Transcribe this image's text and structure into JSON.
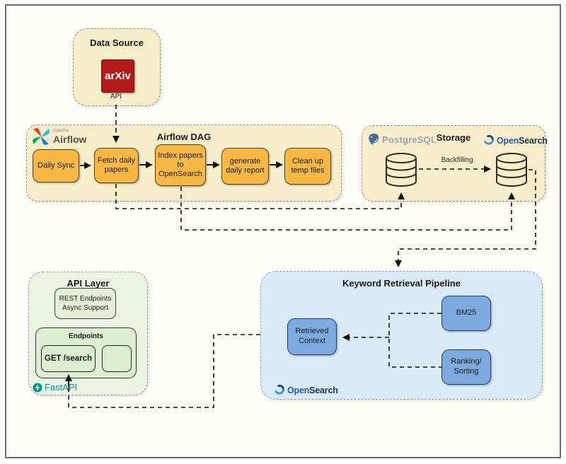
{
  "diagram": {
    "data_source": {
      "title": "Data Source",
      "arxiv_label": "arXiv",
      "api_label": "API"
    },
    "airflow": {
      "title": "Airflow DAG",
      "logo_top": "Apache",
      "logo_text": "Airflow",
      "tasks": [
        "Daily Sync",
        "Fetch daily papers",
        "Index papers to OpenSearch",
        "generate daily report",
        "Clean up temp files"
      ]
    },
    "storage": {
      "title": "Storage",
      "backfilling_label": "Backfilling"
    },
    "api_layer": {
      "title": "API Layer",
      "rest_line1": "REST Endpoints",
      "rest_line2": "Async Support",
      "endpoints_title": "Endpoints",
      "get_search_label": "GET /search",
      "fastapi_label": "FastAPI"
    },
    "pipeline": {
      "title": "Keyword Retrieval Pipeline",
      "bm25_label": "BM25",
      "ranking_label": "Ranking/ Sorting",
      "retrieved_label": "Retrieved Context"
    },
    "logos": {
      "postgresql": "PostgreSQL",
      "opensearch_part1": "Open",
      "opensearch_part2": "Search"
    },
    "colors": {
      "cream_fill": "#F8EDCB",
      "orange_fill": "#F9B843",
      "blue_panel": "#D9EAF8",
      "blue_node": "#7DABDF",
      "green_panel": "#ECF5E4",
      "green_node": "#DCEECE",
      "arxiv_red": "#B31B1B",
      "fastapi_teal": "#05998B",
      "postgres_gray": "#98A4B0",
      "opensearch_navy": "#16344F",
      "opensearch_blue": "#1B5FAA",
      "connector": "#111111"
    }
  }
}
